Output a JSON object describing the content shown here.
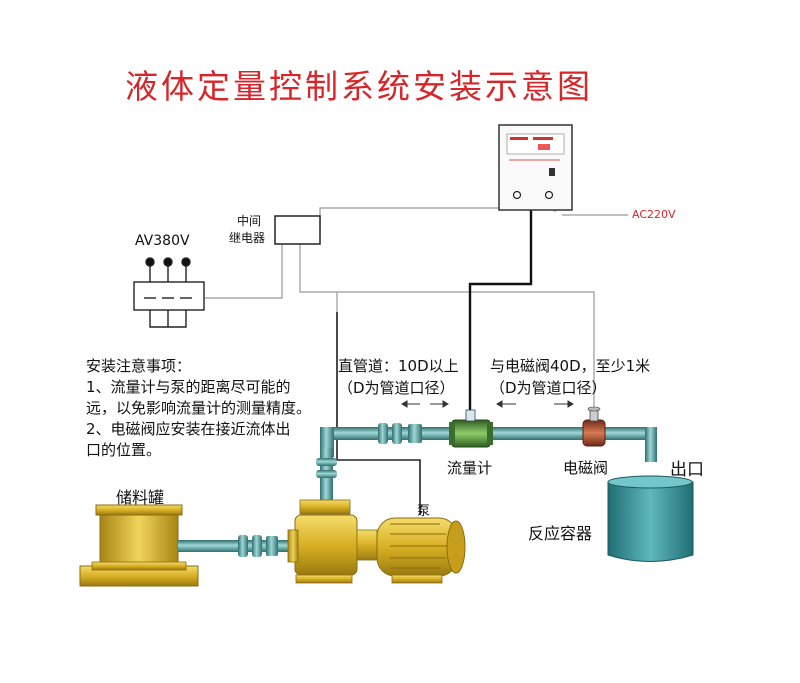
{
  "title": "液体定量控制系统安装示意图",
  "labels": {
    "relay_line1": "中间",
    "relay_line2": "继电器",
    "power_av": "AV380V",
    "power_ac": "AC220V",
    "straight_pipe_line1": "直管道：10D以上",
    "straight_pipe_line2": "（D为管道口径）",
    "valve_distance_line1": "与电磁阀40D，至少1米",
    "valve_distance_line2": "（D为管道口径）",
    "flowmeter": "流量计",
    "solenoid_valve": "电磁阀",
    "outlet": "出口",
    "pump": "泵",
    "storage_tank": "储料罐",
    "reaction_vessel": "反应容器"
  },
  "notes": {
    "heading": "安装注意事项：",
    "item1_line1": "1、流量计与泵的距离尽可能的",
    "item1_line2": "远，以免影响流量计的测量精度。",
    "item2_line1": "2、电磁阀应安装在接近流体出",
    "item2_line2": "口的位置。"
  },
  "colors": {
    "title": "#d6262a",
    "pipe": "#3e8a8a",
    "pipe_light": "#7cc2c2",
    "tank_yellow": "#d9b024",
    "vessel_teal": "#2f8f95",
    "wire_gray": "#999999",
    "wire_dark": "#111111",
    "flowmeter_green": "#4a8a3a",
    "valve_red": "#b04a30"
  }
}
